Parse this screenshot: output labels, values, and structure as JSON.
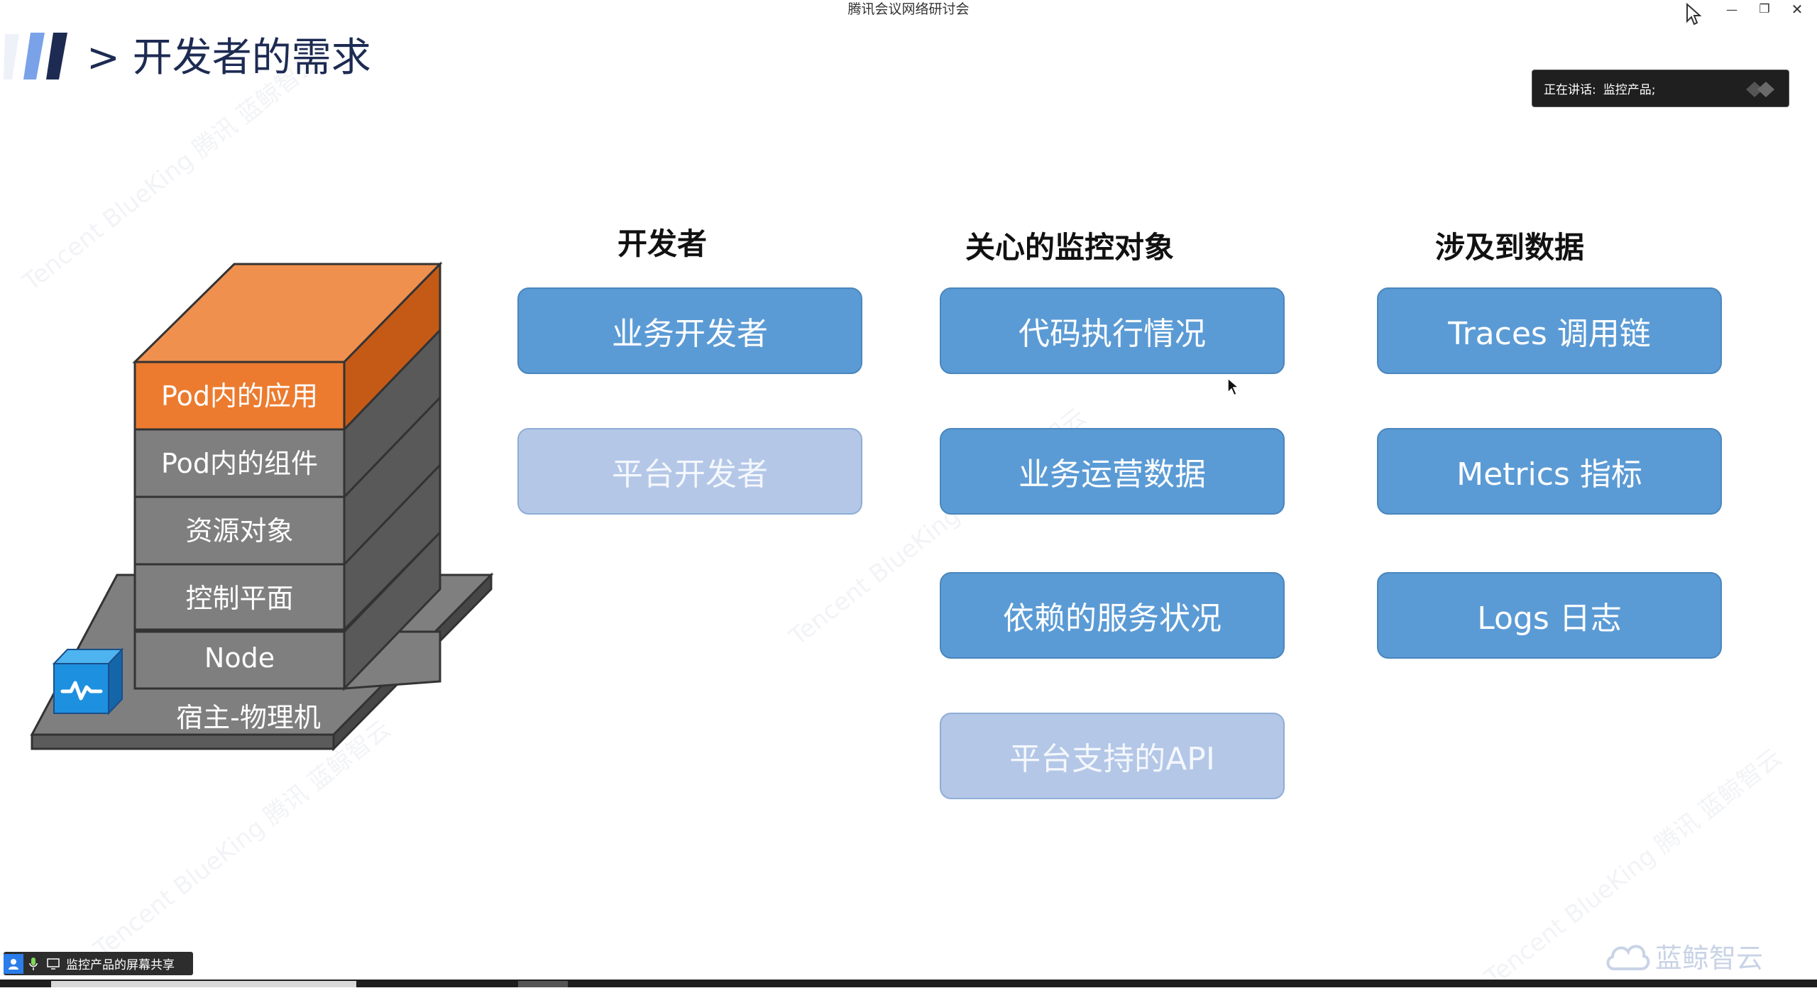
{
  "window": {
    "title": "腾讯会议网络研讨会",
    "controls": {
      "minimize": "—",
      "restore": "❐",
      "close": "✕"
    }
  },
  "slide": {
    "title": "> 开发者的需求",
    "colors": {
      "accent_dark": "#1d2b53",
      "accent_blue": "#4a72d9"
    }
  },
  "speaking": {
    "label": "正在讲话:",
    "name": "监控产品;"
  },
  "diagram": {
    "layers": [
      {
        "label": "Pod内的应用",
        "color": "#f08a4b"
      },
      {
        "label": "Pod内的组件",
        "color": "#7f7f7f"
      },
      {
        "label": "资源对象",
        "color": "#7f7f7f"
      },
      {
        "label": "控制平面",
        "color": "#7f7f7f"
      },
      {
        "label": "Node",
        "color": "#7f7f7f"
      }
    ],
    "base_label": "宿主-物理机",
    "monitor_icon": "heartbeat-cube-icon"
  },
  "columns": {
    "developers": {
      "header": "开发者",
      "items": [
        {
          "label": "业务开发者",
          "style": "dark"
        },
        {
          "label": "平台开发者",
          "style": "light"
        }
      ]
    },
    "targets": {
      "header": "关心的监控对象",
      "items": [
        {
          "label": "代码执行情况",
          "style": "dark"
        },
        {
          "label": "业务运营数据",
          "style": "dark"
        },
        {
          "label": "依赖的服务状况",
          "style": "dark"
        },
        {
          "label": "平台支持的API",
          "style": "light"
        }
      ]
    },
    "data": {
      "header": "涉及到数据",
      "items": [
        {
          "label": "Traces 调用链",
          "style": "dark"
        },
        {
          "label": "Metrics 指标",
          "style": "dark"
        },
        {
          "label": "Logs 日志",
          "style": "dark"
        }
      ]
    }
  },
  "share_badge": {
    "text": "监控产品的屏幕共享"
  },
  "brand": {
    "text": "蓝鲸智云",
    "icon": "cloud-icon"
  },
  "watermark": {
    "text": "Tencent BlueKing 腾讯 蓝鲸智云"
  }
}
